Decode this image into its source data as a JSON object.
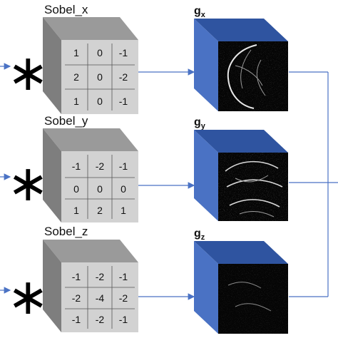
{
  "colors": {
    "cube_front": "#d2d2d2",
    "cube_top": "#9a9a9a",
    "cube_side": "#7e7e7e",
    "blue_front": "#4a72c4",
    "blue_top": "#2f54a0",
    "arrow": "#4a72c4"
  },
  "operator_symbol": "∗",
  "kernels": [
    {
      "name": "Sobel_x",
      "matrix": [
        [
          "1",
          "0",
          "-1"
        ],
        [
          "2",
          "0",
          "-2"
        ],
        [
          "1",
          "0",
          "-1"
        ]
      ]
    },
    {
      "name": "Sobel_y",
      "matrix": [
        [
          "-1",
          "-2",
          "-1"
        ],
        [
          "0",
          "0",
          "0"
        ],
        [
          "1",
          "2",
          "1"
        ]
      ]
    },
    {
      "name": "Sobel_z",
      "matrix": [
        [
          "-1",
          "-2",
          "-1"
        ],
        [
          "-2",
          "-4",
          "-2"
        ],
        [
          "-1",
          "-2",
          "-1"
        ]
      ]
    }
  ],
  "outputs": [
    {
      "label": "g",
      "sub": "x",
      "icon": "edge-map-x-image"
    },
    {
      "label": "g",
      "sub": "y",
      "icon": "edge-map-y-image"
    },
    {
      "label": "g",
      "sub": "z",
      "icon": "edge-map-z-image"
    }
  ]
}
